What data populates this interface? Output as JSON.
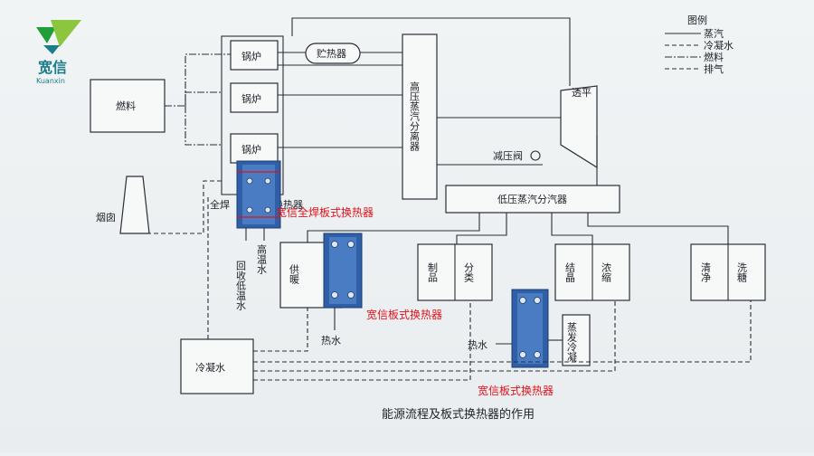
{
  "logo": {
    "name": "宽信",
    "sub": "Kuanxin",
    "color_green": "#1f9e3a",
    "color_teal": "#1c7d8a"
  },
  "legend": {
    "title": "图例",
    "items": [
      "蒸汽",
      "冷凝水",
      "燃料",
      "排气"
    ]
  },
  "nodes": {
    "fuel": "燃料",
    "boiler1": "锅炉",
    "boiler2": "锅炉",
    "boiler3": "锅炉",
    "heat_storage": "贮热器",
    "hp_separator": "高压蒸汽分离器",
    "turbine": "透平",
    "pressure_valve": "减压阀",
    "lp_separator": "低压蒸汽分汽器",
    "chimney": "烟囱",
    "quanhan": "全焊",
    "huanre": "换热器",
    "recovery": "回收低温水",
    "hot_high": "高温水",
    "heating": "供暖",
    "product": "制品",
    "fenlei": "分类",
    "crystal": "结晶",
    "concentrate": "浓缩",
    "clean": "清净",
    "wash_sugar": "洗糖",
    "evap_condense": "蒸发冷凝",
    "hot_water_1": "热水",
    "hot_water_2": "热水",
    "condensate": "冷凝水"
  },
  "annotations": {
    "welded_phe": "宽信全焊板式换热器",
    "phe_1": "宽信板式换热器",
    "phe_2": "宽信板式换热器"
  },
  "caption": "能源流程及板式换热器的作用",
  "accent": "#e0121b",
  "phe_color": "#2f5fa6"
}
